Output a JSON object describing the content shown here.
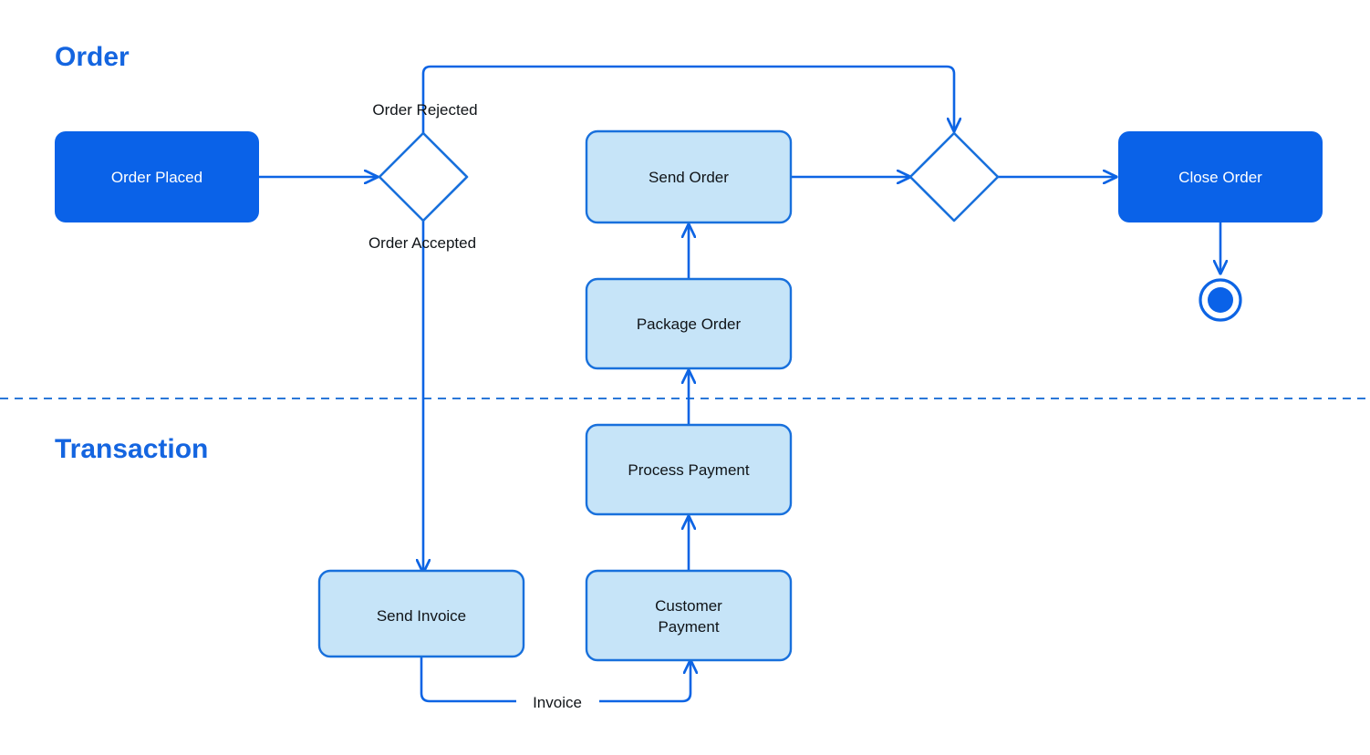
{
  "diagram": {
    "title": "Order / Transaction Activity Diagram",
    "type": "uml-activity-diagram"
  },
  "colors": {
    "solid_fill": "#0a62e8",
    "solid_text": "#ffffff",
    "light_fill": "#c6e4f8",
    "light_stroke": "#1870dc",
    "light_text": "#101418",
    "flow_stroke": "#0d64e4",
    "lane_title": "#1465e0",
    "divider": "#2a77d8",
    "background": "#ffffff"
  },
  "lanes": [
    {
      "id": "order",
      "title": "Order"
    },
    {
      "id": "transaction",
      "title": "Transaction"
    }
  ],
  "nodes": {
    "order_placed": {
      "label": "Order Placed",
      "style": "solid",
      "lane": "order"
    },
    "decision_accept": {
      "label": "",
      "style": "decision",
      "lane": "order"
    },
    "send_order": {
      "label": "Send Order",
      "style": "light",
      "lane": "order"
    },
    "merge_node": {
      "label": "",
      "style": "decision",
      "lane": "order"
    },
    "close_order": {
      "label": "Close Order",
      "style": "solid",
      "lane": "order"
    },
    "end_node": {
      "label": "",
      "style": "end",
      "lane": "order"
    },
    "package_order": {
      "label": "Package Order",
      "style": "light",
      "lane": "order"
    },
    "process_payment": {
      "label": "Process Payment",
      "style": "light",
      "lane": "transaction"
    },
    "customer_payment": {
      "label": "Customer\nPayment",
      "line1": "Customer",
      "line2": "Payment",
      "style": "light",
      "lane": "transaction"
    },
    "send_invoice": {
      "label": "Send Invoice",
      "style": "light",
      "lane": "transaction"
    }
  },
  "edge_labels": {
    "order_rejected": "Order Rejected",
    "order_accepted": "Order Accepted",
    "invoice": "Invoice"
  },
  "edges": [
    {
      "from": "order_placed",
      "to": "decision_accept",
      "label": ""
    },
    {
      "from": "decision_accept",
      "to": "merge_node",
      "label": "Order Rejected"
    },
    {
      "from": "decision_accept",
      "to": "send_invoice",
      "label": "Order Accepted"
    },
    {
      "from": "send_order",
      "to": "merge_node",
      "label": ""
    },
    {
      "from": "merge_node",
      "to": "close_order",
      "label": ""
    },
    {
      "from": "close_order",
      "to": "end_node",
      "label": ""
    },
    {
      "from": "package_order",
      "to": "send_order",
      "label": ""
    },
    {
      "from": "process_payment",
      "to": "package_order",
      "label": ""
    },
    {
      "from": "customer_payment",
      "to": "process_payment",
      "label": ""
    },
    {
      "from": "send_invoice",
      "to": "customer_payment",
      "label": "Invoice"
    }
  ]
}
